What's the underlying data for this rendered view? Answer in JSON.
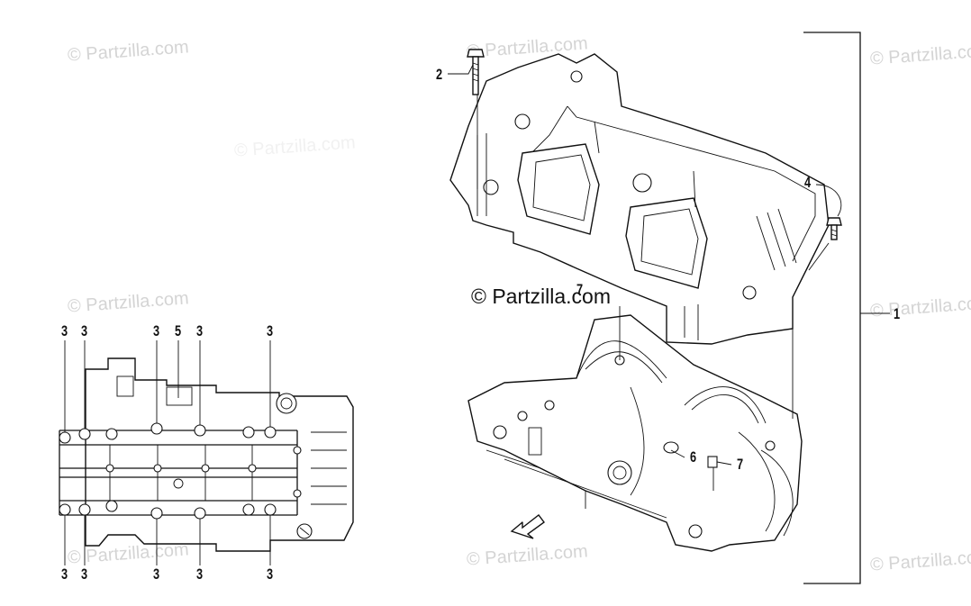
{
  "watermarks": [
    "© Partzilla.com",
    "© Partzilla.com",
    "© Partzilla.com",
    "© Partzilla.com",
    "© Partzilla.com",
    "© Partzilla.com",
    "© Partzilla.com",
    "© Partzilla.com",
    "© Partzilla.com"
  ],
  "brand_mark": "© Partzilla.com",
  "callouts": {
    "c1": "1",
    "c2": "2",
    "c4": "4",
    "c6": "6",
    "c7a": "7",
    "c7b": "7",
    "top": [
      "3",
      "3",
      "3",
      "5",
      "3",
      "3"
    ],
    "bottom": [
      "3",
      "3",
      "3",
      "3",
      "3"
    ]
  },
  "fwd_label": "FWD"
}
